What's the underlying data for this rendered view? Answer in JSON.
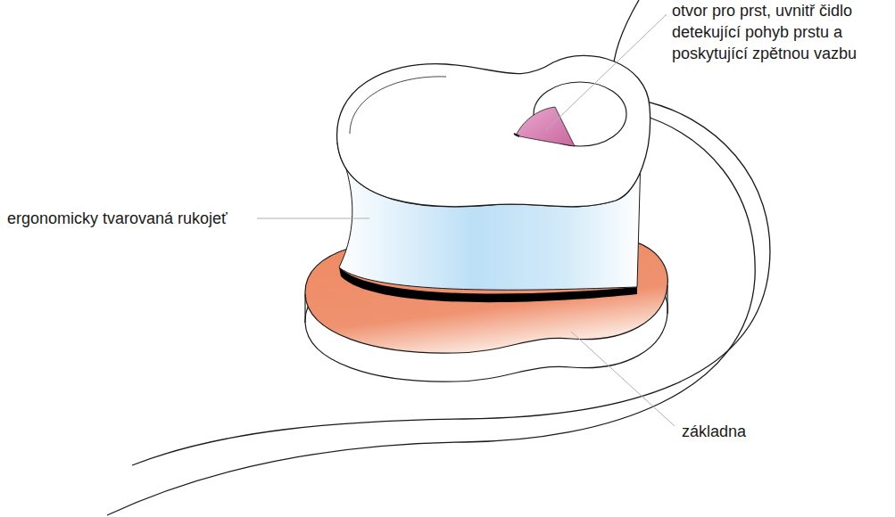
{
  "diagram": {
    "labels": [
      "otvor pro prst, uvnitř čidlo detekující pohyb prstu a poskytující zpětnou vazbu",
      "ergonomicky tvarovaná rukojeť",
      "základna"
    ]
  }
}
